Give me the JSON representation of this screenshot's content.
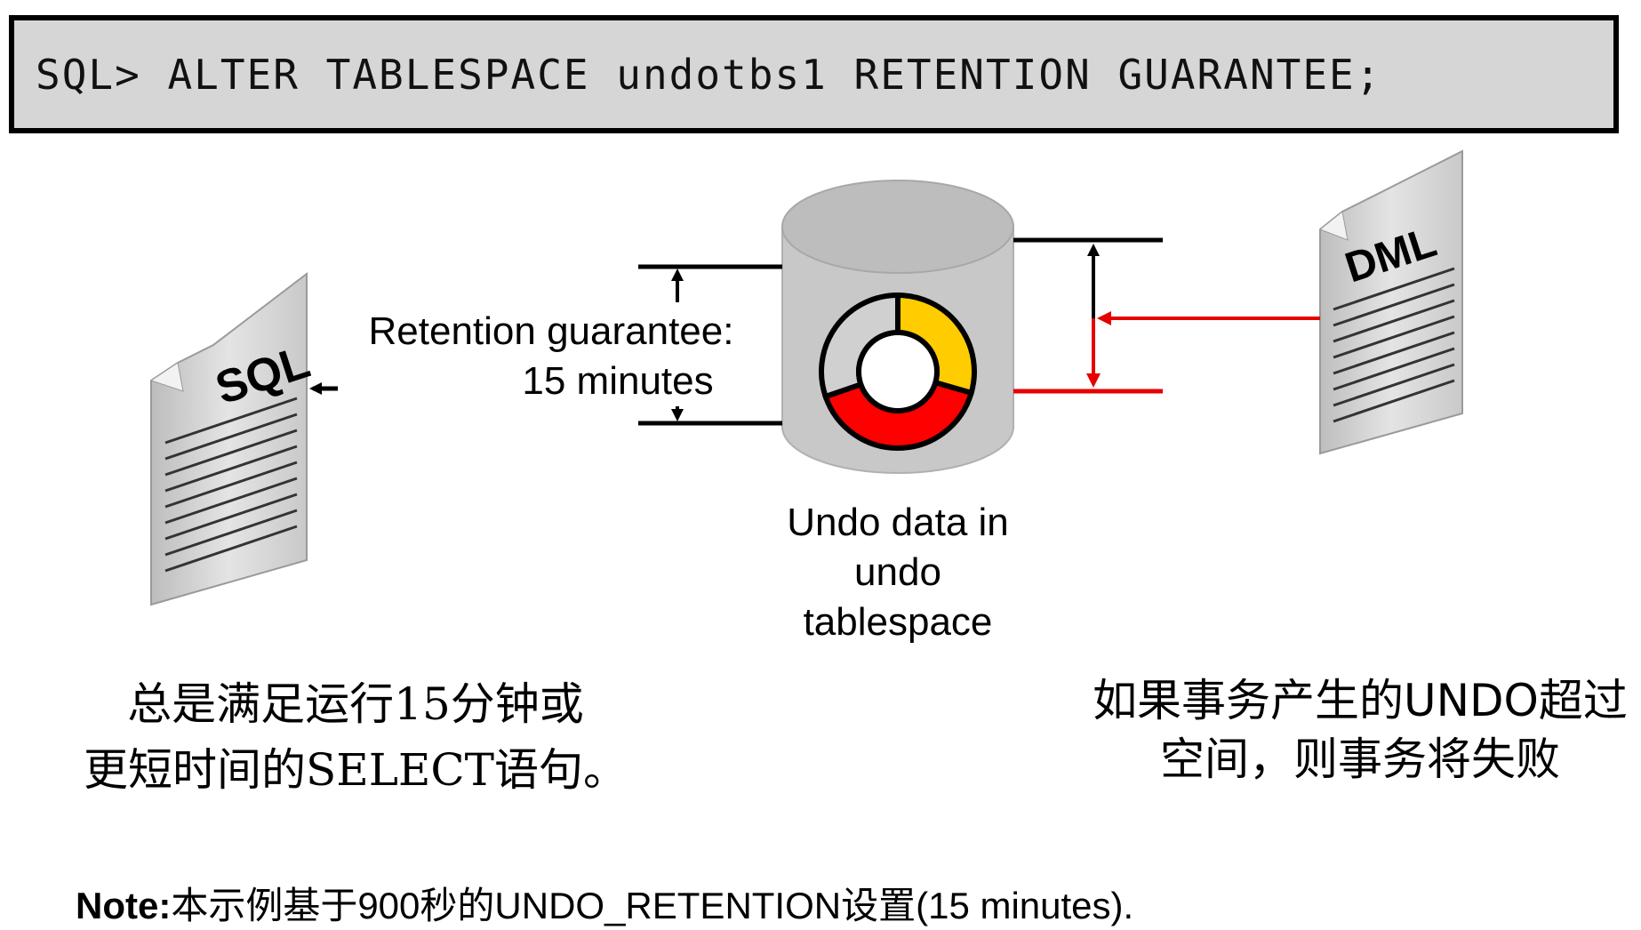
{
  "command": "SQL> ALTER TABLESPACE undotbs1 RETENTION GUARANTEE;",
  "retention_label": {
    "line1": "Retention guarantee:",
    "line2": "15 minutes"
  },
  "undo_caption": {
    "line1": "Undo data in",
    "line2": "undo",
    "line3": "tablespace"
  },
  "docs": {
    "left_title": "SQL",
    "right_title": "DML"
  },
  "cn_left": {
    "line1": "总是满足运行15分钟或",
    "line2": "更短时间的SELECT语句。"
  },
  "cn_right": {
    "line1": "如果事务产生的UNDO超过",
    "line2": "空间，则事务将失败"
  },
  "note": {
    "prefix": "Note:",
    "text": "本示例基于900秒的UNDO_RETENTION设置(15 minutes)."
  },
  "colors": {
    "cylinder": "#c8c8c8",
    "segment_yellow": "#ffcc00",
    "segment_red": "#ff0000",
    "segment_gray": "#d0d0d0",
    "arrow_red": "#e60000",
    "document": "#d9d9d9"
  }
}
